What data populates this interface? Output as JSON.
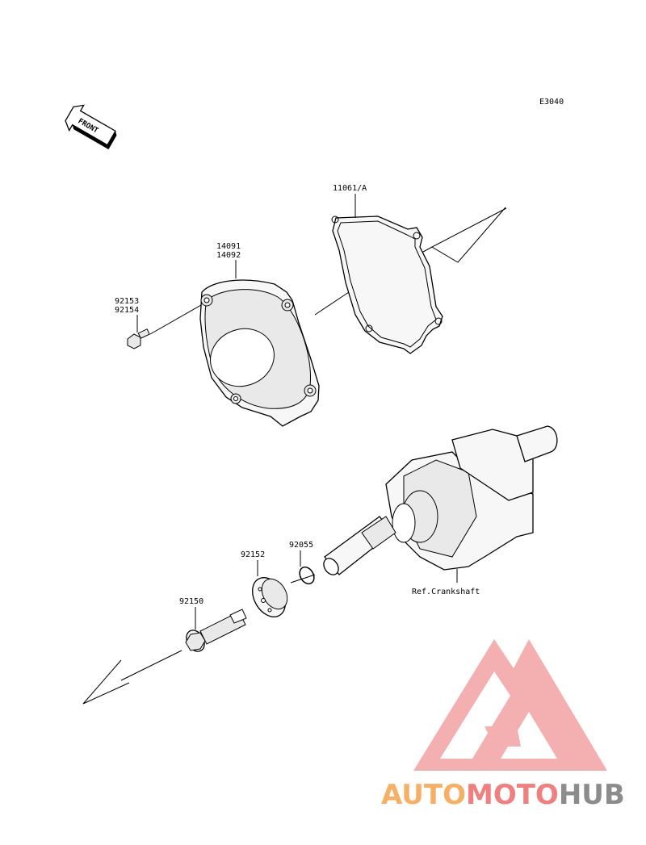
{
  "diagram_code": "E3040",
  "front_label": "FRONT",
  "labels": {
    "gasket": "11061/A",
    "cover_a": "14091",
    "cover_b": "14092",
    "bolt_cover_a": "92153",
    "bolt_cover_b": "92154",
    "oring": "92055",
    "spacer": "92152",
    "bolt": "92150",
    "crankshaft_ref": "Ref.Crankshaft"
  },
  "watermark": {
    "part1": "AUTO",
    "part2": "MOTO",
    "part3": "HUB",
    "colors": {
      "orange": "#f5b066",
      "pink": "#f08080",
      "gray": "#8c8c8c",
      "triangle": "#f3a3a3"
    }
  }
}
